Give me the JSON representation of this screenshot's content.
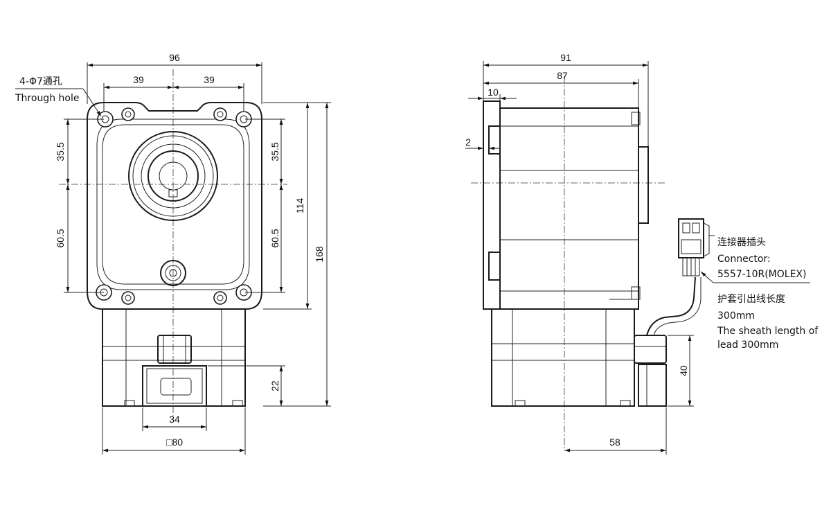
{
  "front_view": {
    "dim_width_total": "96",
    "dim_hole_left": "39",
    "dim_hole_right": "39",
    "dim_upper_left": "35.5",
    "dim_lower_left": "60.5",
    "dim_upper_right": "35.5",
    "dim_lower_right": "60.5",
    "dim_height_114": "114",
    "dim_height_168": "168",
    "dim_gap_22": "22",
    "dim_width_34": "34",
    "dim_square_80": "□80",
    "hole_note_cn": "4-Φ7通孔",
    "hole_note_en": "Through hole"
  },
  "side_view": {
    "dim_width_91": "91",
    "dim_width_87": "87",
    "dim_10": "10",
    "dim_2": "2",
    "dim_40": "40",
    "dim_58": "58",
    "connector_cn": "连接器插头",
    "connector_en": "Connector:",
    "connector_model": "5557-10R(MOLEX)",
    "sheath_cn": "护套引出线长度",
    "sheath_len": "300mm",
    "sheath_en_1": "The sheath length of",
    "sheath_en_2": "lead 300mm"
  }
}
